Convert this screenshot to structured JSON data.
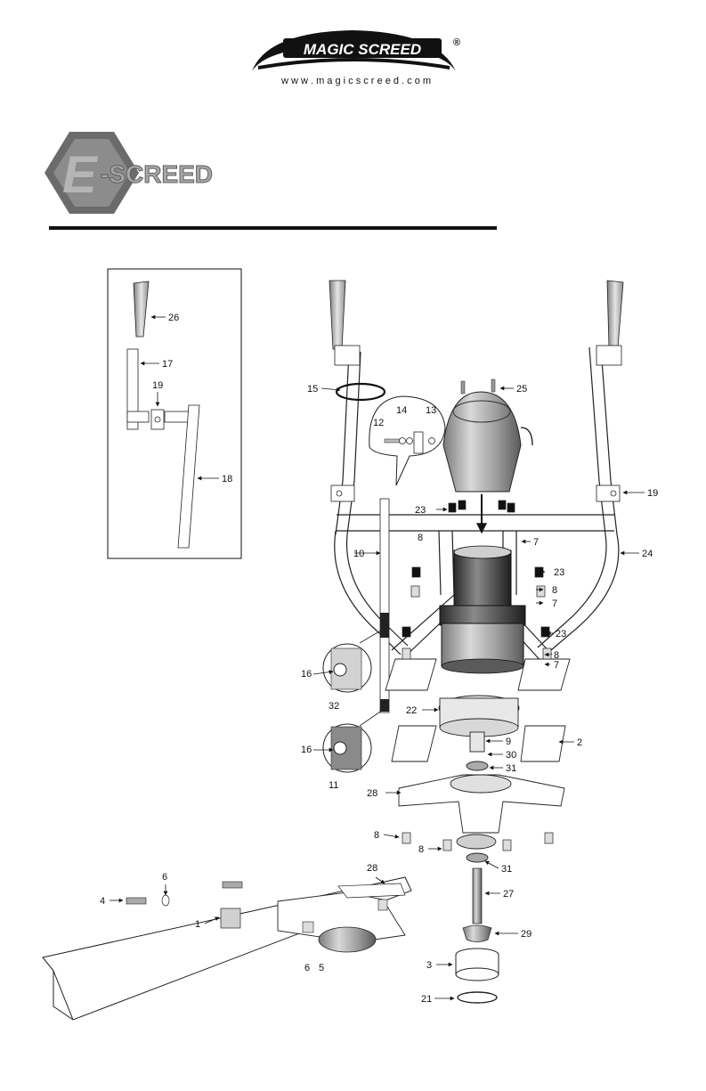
{
  "header": {
    "brand_name": "MAGIC SCREED",
    "registered_mark": "®",
    "website": "w w w . m a g i c s c r e e d . c o m"
  },
  "product_logo": {
    "letter": "E",
    "text": "-SCREED",
    "colors": {
      "dark": "#6b6b6b",
      "light": "#b5b5b5",
      "mid": "#8c8c8c"
    }
  },
  "callouts": {
    "c1": "1",
    "c2": "2",
    "c3": "3",
    "c4": "4",
    "c5": "5",
    "c6a": "6",
    "c6b": "6",
    "c7a": "7",
    "c7b": "7",
    "c7c": "7",
    "c8a": "8",
    "c8b": "8",
    "c8c": "8",
    "c8d": "8",
    "c8e": "8",
    "c9": "9",
    "c10": "10",
    "c11": "11",
    "c12": "12",
    "c13": "13",
    "c14": "14",
    "c15": "15",
    "c16a": "16",
    "c16b": "16",
    "c17": "17",
    "c18": "18",
    "c19a": "19",
    "c19b": "19",
    "c21": "21",
    "c22": "22",
    "c23a": "23",
    "c23b": "23",
    "c23c": "23",
    "c24": "24",
    "c25": "25",
    "c26": "26",
    "c27": "27",
    "c28a": "28",
    "c28b": "28",
    "c29": "29",
    "c30": "30",
    "c31a": "31",
    "c31b": "31",
    "c32": "32"
  }
}
